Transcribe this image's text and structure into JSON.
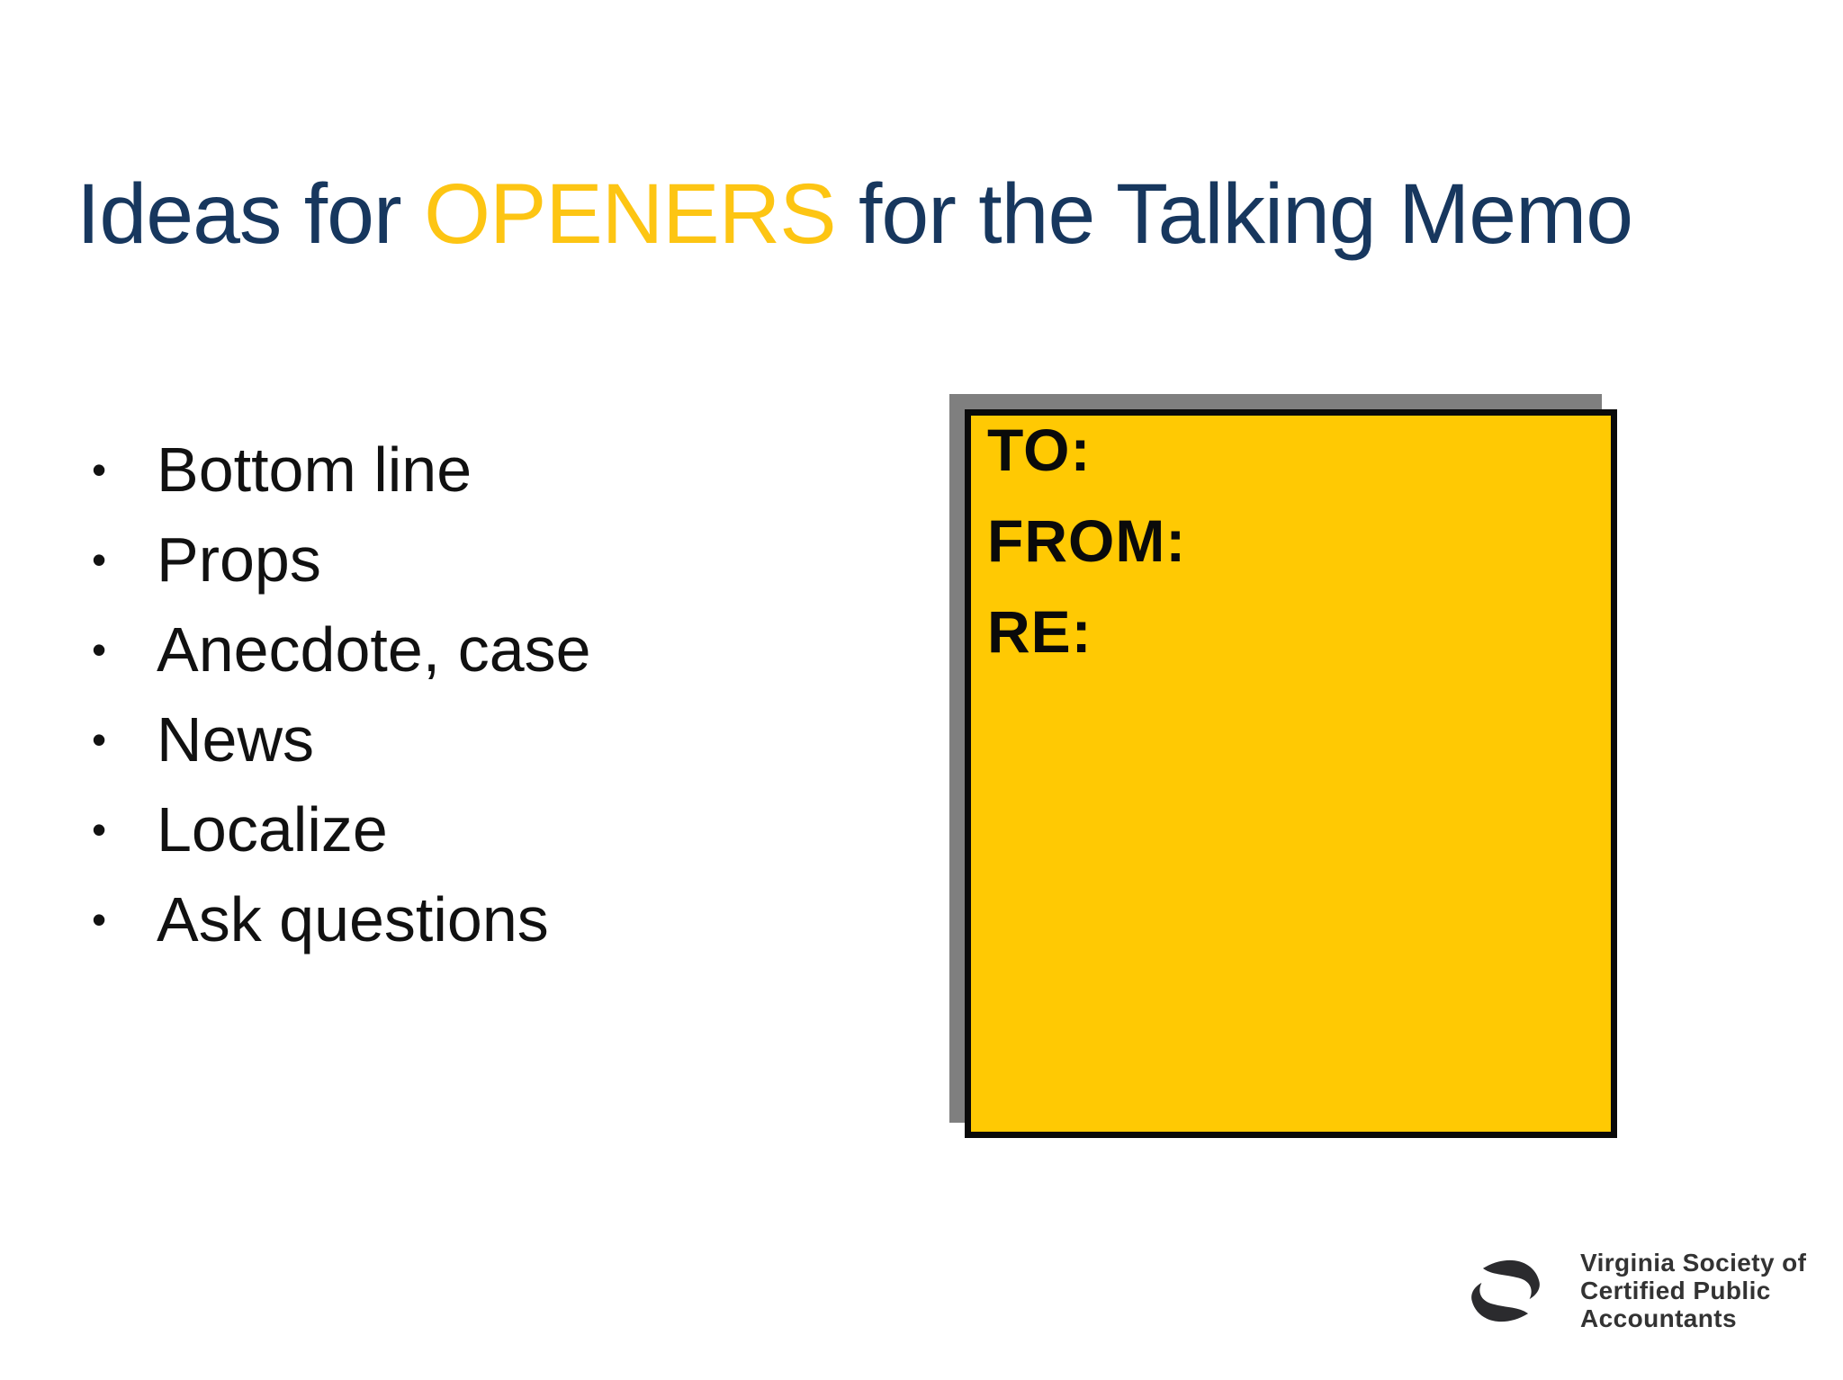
{
  "slide": {
    "title": {
      "prefix": "Ideas for ",
      "accent": "OPENERS",
      "suffix": " for the Talking Memo"
    },
    "bullets": {
      "glyph": "•",
      "items": [
        "Bottom line",
        "Props",
        "Anecdote, case",
        "News",
        "Localize",
        "Ask questions"
      ]
    },
    "memo": {
      "fields": [
        "TO:",
        "FROM:",
        "RE:"
      ]
    },
    "logo": {
      "icon": "vscpa-swoosh-icon",
      "lines": [
        "Virginia Society of",
        "Certified Public",
        "Accountants"
      ]
    },
    "colors": {
      "background": "#FFFFFF",
      "title_navy": "#17375E",
      "title_gold": "#FDC513",
      "bullet_text": "#111111",
      "memo_fill": "#FFC903",
      "memo_border": "#0A0A0A",
      "memo_shadow_gray": "#7F7F7F",
      "logo_dark": "#333333"
    }
  }
}
